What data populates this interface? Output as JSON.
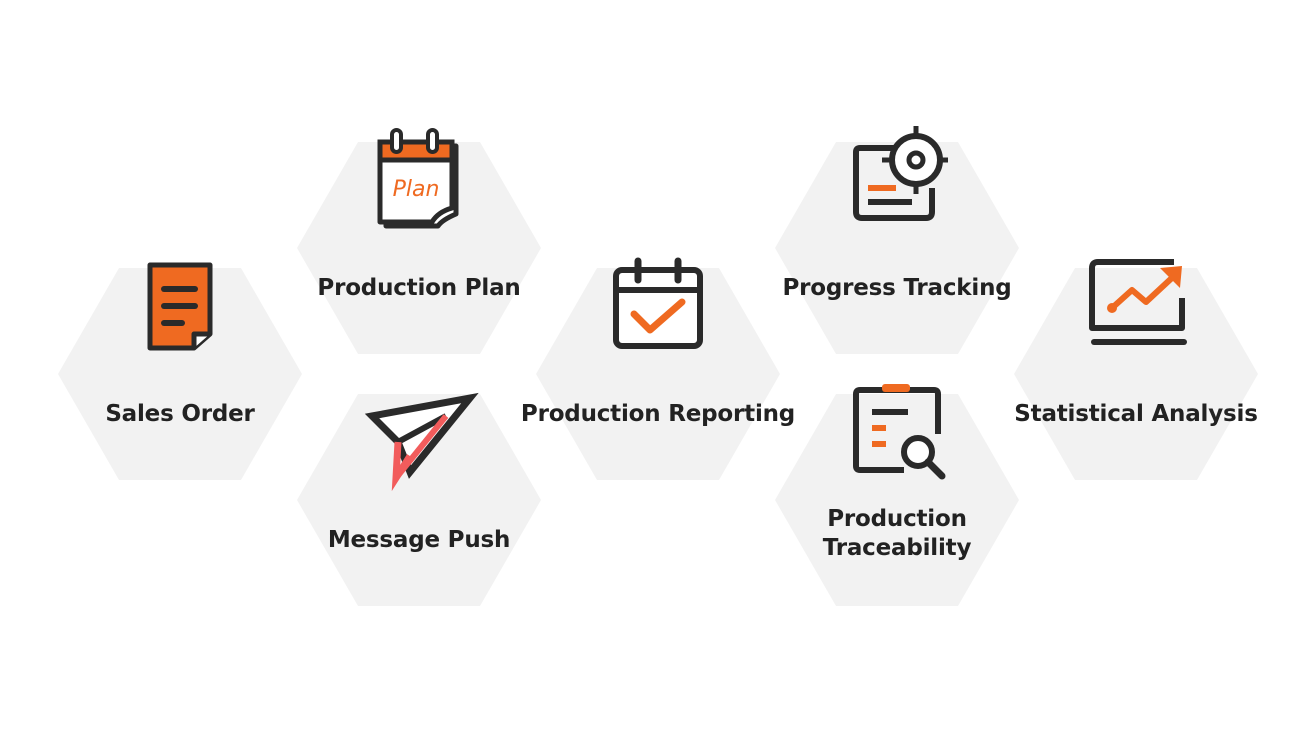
{
  "colors": {
    "hex_bg": "#f2f2f2",
    "label": "#222222",
    "icon_dark": "#2a2a2a",
    "accent_orange": "#ef6a21",
    "accent_red": "#f25c5c"
  },
  "nodes": {
    "sales_order": {
      "label": "Sales Order",
      "icon": "document-icon"
    },
    "production_plan": {
      "label": "Production Plan",
      "icon": "plan-calendar-icon",
      "icon_text": "Plan"
    },
    "message_push": {
      "label": "Message Push",
      "icon": "paper-plane-icon"
    },
    "production_reporting": {
      "label": "Production Reporting",
      "icon": "calendar-check-icon"
    },
    "progress_tracking": {
      "label": "Progress Tracking",
      "icon": "target-icon"
    },
    "production_traceability": {
      "label_line1": "Production",
      "label_line2": "Traceability",
      "icon": "clipboard-search-icon"
    },
    "statistical_analysis": {
      "label": "Statistical Analysis",
      "icon": "laptop-trend-icon"
    }
  }
}
